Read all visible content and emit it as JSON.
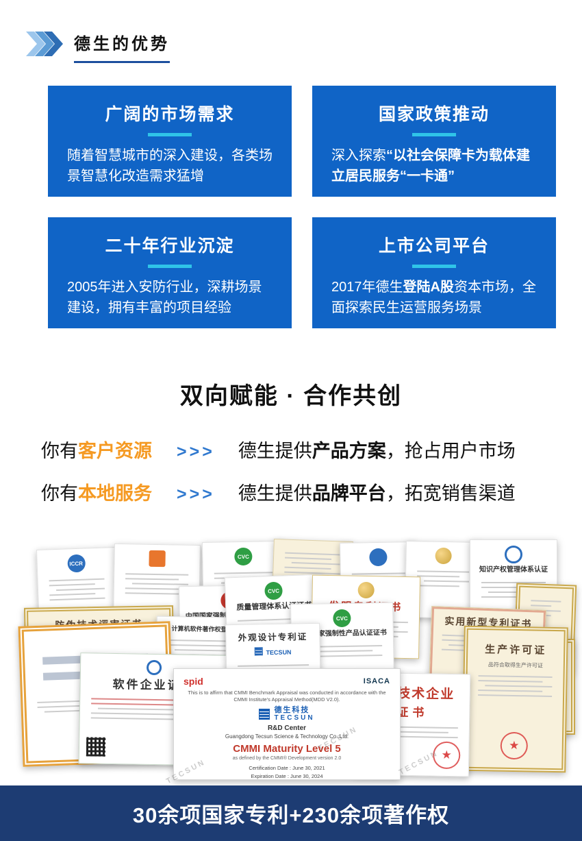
{
  "colors": {
    "card_blue": "#1064c6",
    "card_underline_cyan": "#2fc4e8",
    "highlight_orange": "#f59a23",
    "arrow_blue": "#3079cf",
    "footer_navy": "#1d3c73",
    "header_underline_blue": "#1d4f9e"
  },
  "header": {
    "title": "德生的优势"
  },
  "cards": [
    {
      "title": "广阔的市场需求",
      "body": [
        {
          "t": "随着智慧城市的深入建设，各类场景智慧化改造需求猛增",
          "b": false
        }
      ]
    },
    {
      "title": "国家政策推动",
      "body": [
        {
          "t": "深入探索",
          "b": false
        },
        {
          "t": "“以社会保障卡为载体建立居民服务“一卡通”",
          "b": true
        }
      ]
    },
    {
      "title": "二十年行业沉淀",
      "body": [
        {
          "t": "2005年进入安防行业，深耕场景建设，拥有丰富的项目经验",
          "b": false
        }
      ]
    },
    {
      "title": "上市公司平台",
      "body": [
        {
          "t": "2017年德生",
          "b": false
        },
        {
          "t": "登陆A股",
          "b": true
        },
        {
          "t": "资本市场，全面探索民生运营服务场景",
          "b": false
        }
      ]
    }
  ],
  "section": {
    "title": "双向赋能 · 合作共创"
  },
  "benefits": [
    {
      "prefix": "你有",
      "highlight": "客户资源",
      "arrows": ">>>",
      "body": [
        {
          "t": "德生提供",
          "b": false
        },
        {
          "t": "产品方案",
          "b": true
        },
        {
          "t": "，抢占用户市场",
          "b": false
        }
      ]
    },
    {
      "prefix": "你有",
      "highlight": "本地服务",
      "arrows": ">>>",
      "body": [
        {
          "t": "德生提供",
          "b": false
        },
        {
          "t": "品牌平台",
          "b": true
        },
        {
          "t": "，拓宽销售渠道",
          "b": false
        }
      ]
    }
  ],
  "certs": {
    "titles": {
      "ip_mgmt": "知识产权管理体系认证",
      "anti_counterfeit": "防伪技术评审证书",
      "software_copyright": "计算机软件著作权登记证书",
      "compulsory1": "中国国家强制性产品认证证书",
      "quality_mgmt": "质量管理体系认证证书",
      "invention_patent": "发明专利证书",
      "compulsory2": "中国国家强制性产品认证证书",
      "utility_patent": "实用新型专利证书",
      "design_patent": "外观设计专利证",
      "software_enterprise": "软件企业证书",
      "hightech_line1": "新技术企业",
      "hightech_line2": "证书",
      "production_license": "生产许可证",
      "production_fragment": "品符合取得生产许可证"
    },
    "logos": {
      "iccr": "ICCR",
      "cvc": "CVC",
      "spid": "spid",
      "isaca": "ISACA",
      "tecsun_cn": "德生科技",
      "tecsun_en": "TECSUN",
      "watermark": "TECSUN"
    },
    "cmmi": {
      "affirm": "This is to affirm that CMMI Benchmark Appraisal was conducted in accordance with the CMMI Institute's Appraisal Method(MDD V2.0).",
      "dept": "R&D Center",
      "company": "Guangdong Tecsun Science & Technology Co.,Ltd.",
      "level": "CMMI Maturity Level 5",
      "level_sub": "as defined by the CMMI® Development version 2.0",
      "date1": "Certification Date : June 30, 2021",
      "date2": "Expiration Date : June 30, 2024"
    }
  },
  "footer": {
    "text": "30余项国家专利+230余项著作权"
  }
}
